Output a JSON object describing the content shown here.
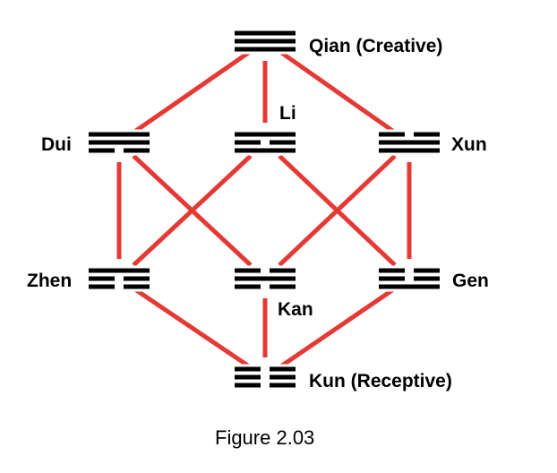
{
  "colors": {
    "edge": "#e53935",
    "line": "#000000",
    "background": "#ffffff"
  },
  "trigrams": [
    {
      "id": "qian",
      "label": "Qian (Creative)",
      "lines": [
        1,
        1,
        1
      ]
    },
    {
      "id": "dui",
      "label": "Dui",
      "lines": [
        0,
        1,
        1
      ]
    },
    {
      "id": "li",
      "label": "Li",
      "lines": [
        1,
        0,
        1
      ]
    },
    {
      "id": "xun",
      "label": "Xun",
      "lines": [
        1,
        1,
        0
      ]
    },
    {
      "id": "zhen",
      "label": "Zhen",
      "lines": [
        0,
        0,
        1
      ]
    },
    {
      "id": "kan",
      "label": "Kan",
      "lines": [
        0,
        1,
        0
      ]
    },
    {
      "id": "gen",
      "label": "Gen",
      "lines": [
        1,
        0,
        0
      ]
    },
    {
      "id": "kun",
      "label": "Kun (Receptive)",
      "lines": [
        0,
        0,
        0
      ]
    }
  ],
  "edges": [
    [
      "qian",
      "dui"
    ],
    [
      "qian",
      "li"
    ],
    [
      "qian",
      "xun"
    ],
    [
      "dui",
      "zhen"
    ],
    [
      "dui",
      "kan"
    ],
    [
      "li",
      "zhen"
    ],
    [
      "li",
      "gen"
    ],
    [
      "xun",
      "kan"
    ],
    [
      "xun",
      "gen"
    ],
    [
      "zhen",
      "kun"
    ],
    [
      "kan",
      "kun"
    ],
    [
      "gen",
      "kun"
    ]
  ],
  "caption": "Figure 2.03"
}
